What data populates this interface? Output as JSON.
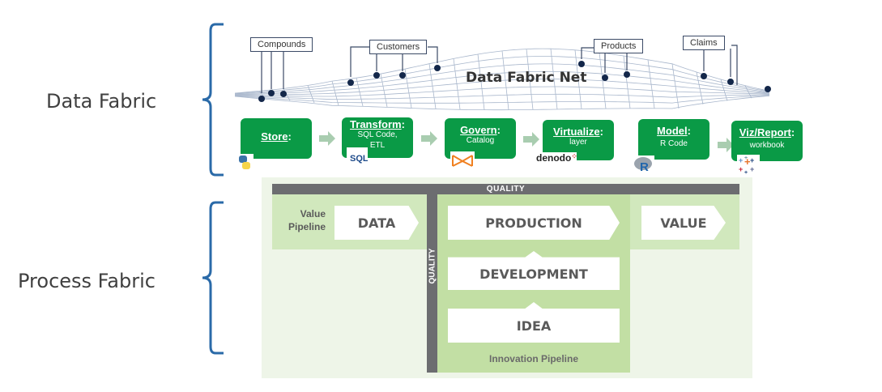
{
  "labels": {
    "data_fabric": "Data Fabric",
    "process_fabric": "Process Fabric"
  },
  "net": {
    "title": "Data Fabric Net",
    "tags": [
      "Compounds",
      "Customers",
      "Products",
      "Claims"
    ]
  },
  "steps": [
    {
      "title": "Store",
      "sub": "",
      "logo": "python-logo"
    },
    {
      "title": "Transform",
      "sub": "SQL Code, ETL",
      "logo": "sql-logo"
    },
    {
      "title": "Govern",
      "sub": "Catalog",
      "logo": "bowtie-logo"
    },
    {
      "title": "Virtualize",
      "sub": "layer",
      "logo": "denodo-logo"
    },
    {
      "title": "Model",
      "sub": "R Code",
      "logo": "r-logo"
    },
    {
      "title": "Viz/Report",
      "sub": "workbook",
      "logo": "tableau-logo"
    }
  ],
  "logos": {
    "denodo": "denodo"
  },
  "process": {
    "quality_top": "QUALITY",
    "quality_side": "QUALITY",
    "value_pipeline": "Value Pipeline",
    "data": "DATA",
    "production": "PRODUCTION",
    "value": "VALUE",
    "development": "DEVELOPMENT",
    "idea": "IDEA",
    "innovation_pipeline": "Innovation Pipeline"
  },
  "colors": {
    "step_green": "#0a9a46",
    "brace_blue": "#2a6aa8",
    "band_gray": "#6c6d70",
    "light_green": "#d1e8bd",
    "mid_green": "#c2dfa4"
  }
}
